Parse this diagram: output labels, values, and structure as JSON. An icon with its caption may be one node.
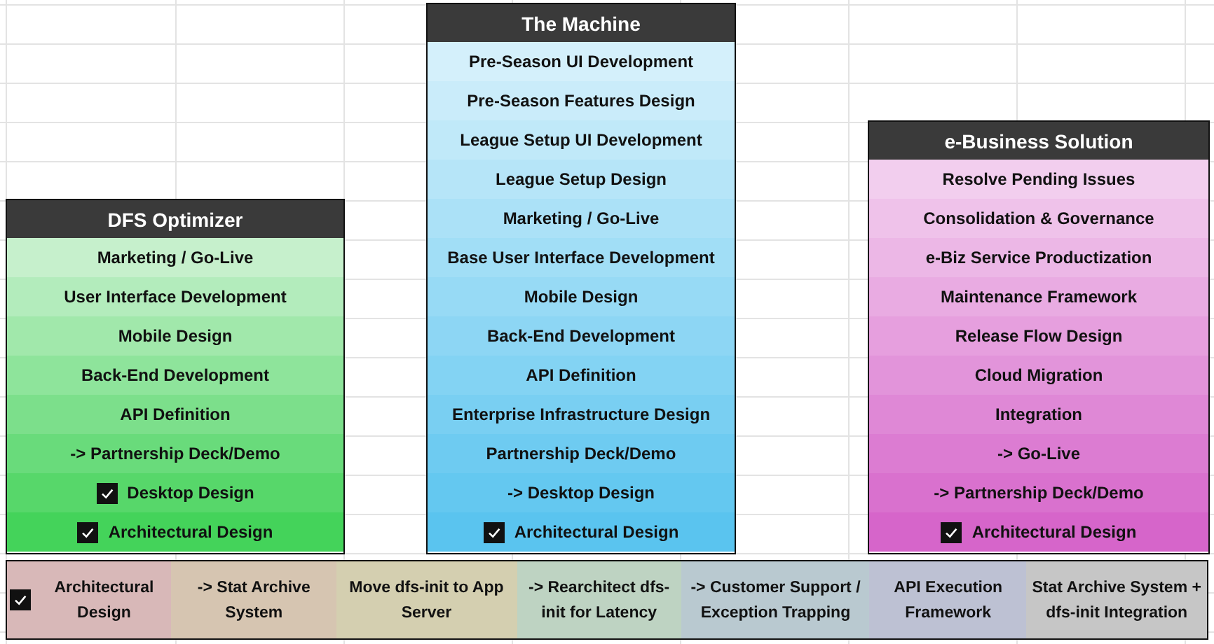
{
  "diagram": {
    "nodes": [
      {
        "text": [
          "DFS Optimizer"
        ]
      },
      {
        "text": [
          "Marketing / Go-Live"
        ],
        "in": 0
      },
      {
        "text": [
          "User Interface Development"
        ],
        "in": 0
      },
      {
        "text": [
          "Mobile Design"
        ],
        "in": 0
      },
      {
        "text": [
          "Back-End Development"
        ],
        "in": 0
      },
      {
        "text": [
          "API Definition"
        ],
        "in": 0
      },
      {
        "text": [
          "-> Partnership Deck/Demo"
        ],
        "in": 0
      },
      {
        "text": [
          "Desktop Design"
        ],
        "in": 0
      },
      {
        "text": [],
        "shape": "checkbox",
        "in": 7
      },
      {
        "text": [
          "Architectural Design"
        ],
        "in": 0
      },
      {
        "text": [],
        "shape": "checkbox",
        "in": 9
      },
      {
        "text": [
          "The Machine"
        ]
      },
      {
        "text": [
          "Pre-Season UI Development"
        ],
        "in": 11
      },
      {
        "text": [
          "Pre-Season Features Design"
        ],
        "in": 11
      },
      {
        "text": [
          "League Setup UI Development"
        ],
        "in": 11
      },
      {
        "text": [
          "League Setup Design"
        ],
        "in": 11
      },
      {
        "text": [
          "Marketing / Go-Live"
        ],
        "in": 11
      },
      {
        "text": [
          "Base User Interface Development"
        ],
        "in": 11
      },
      {
        "text": [
          "Mobile Design"
        ],
        "in": 11
      },
      {
        "text": [
          "Back-End Development"
        ],
        "in": 11
      },
      {
        "text": [
          "API Definition"
        ],
        "in": 11
      },
      {
        "text": [
          "Enterprise Infrastructure Design"
        ],
        "in": 11
      },
      {
        "text": [
          "Partnership Deck/Demo"
        ],
        "in": 11
      },
      {
        "text": [
          "-> Desktop Design"
        ],
        "in": 11
      },
      {
        "text": [
          "Architectural Design"
        ],
        "in": 11
      },
      {
        "text": [],
        "shape": "checkbox",
        "in": 24
      },
      {
        "text": [
          "e-Business Solution"
        ]
      },
      {
        "text": [
          "Resolve Pending Issues"
        ],
        "in": 26
      },
      {
        "text": [
          "Consolidation & Governance"
        ],
        "in": 26
      },
      {
        "text": [
          "e-Biz Service Productization"
        ],
        "in": 26
      },
      {
        "text": [
          "Maintenance Framework"
        ],
        "in": 26
      },
      {
        "text": [
          "Release Flow Design"
        ],
        "in": 26
      },
      {
        "text": [
          "Cloud Migration"
        ],
        "in": 26
      },
      {
        "text": [
          "Integration"
        ],
        "in": 26
      },
      {
        "text": [
          "-> Go-Live"
        ],
        "in": 26
      },
      {
        "text": [
          "-> Partnership Deck/Demo"
        ],
        "in": 26
      },
      {
        "text": [
          "Architectural Design"
        ],
        "in": 26
      },
      {
        "text": [],
        "shape": "checkbox",
        "in": 36
      },
      {
        "text": [],
        "shape": "box"
      },
      {
        "text": [
          "Architectural Design"
        ],
        "in": 38
      },
      {
        "text": [],
        "shape": "checkbox",
        "in": 39
      },
      {
        "text": [
          "-> Stat Archive System"
        ],
        "in": 38
      },
      {
        "text": [
          "Move dfs-init to App Server"
        ],
        "in": 38
      },
      {
        "text": [
          "-> Rearchitect dfs-init for Latency"
        ],
        "in": 38
      },
      {
        "text": [
          "-> Customer Support / Exception Trapping"
        ],
        "in": 38
      },
      {
        "text": [
          "API Execution Framework"
        ],
        "in": 38
      },
      {
        "text": [
          "Stat Archive System + dfs-init Integration"
        ],
        "in": 38
      }
    ],
    "edges": []
  }
}
